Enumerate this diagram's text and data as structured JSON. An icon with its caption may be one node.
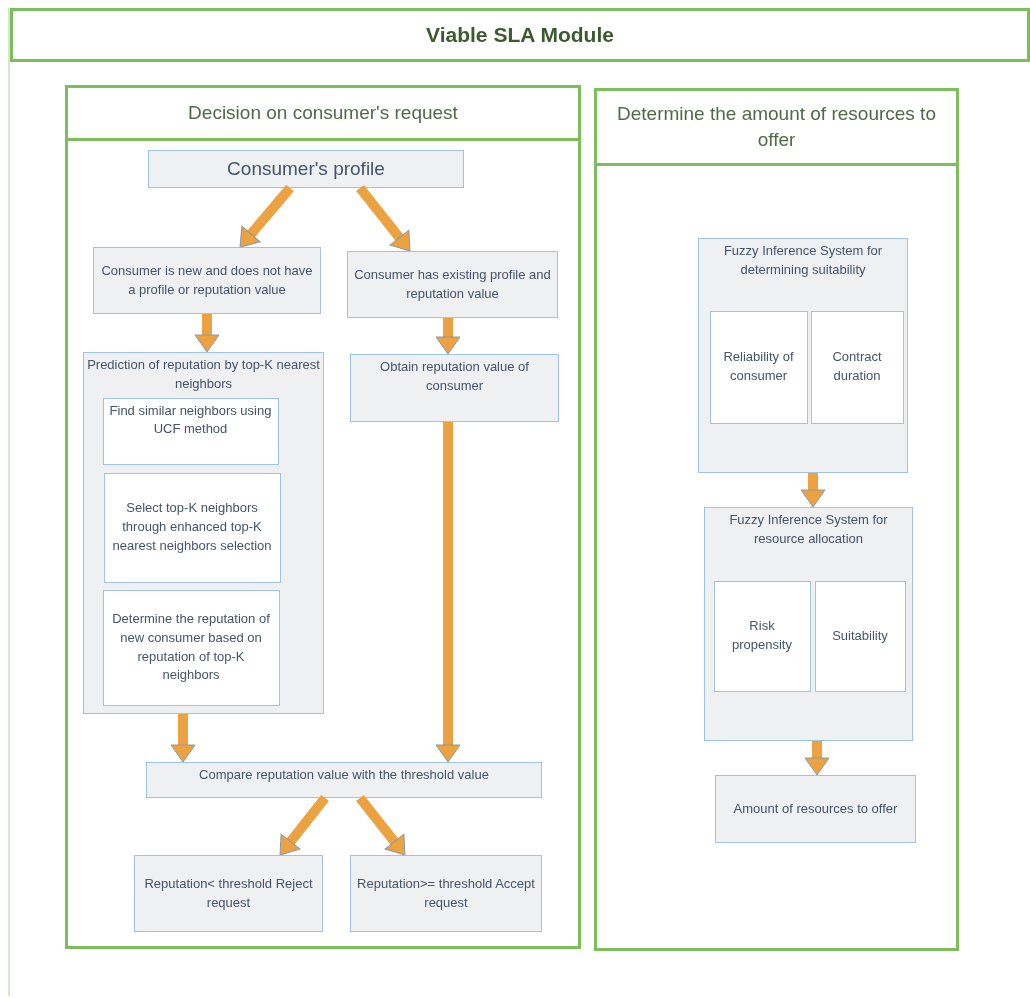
{
  "diagram": {
    "title": "Viable SLA Module",
    "nodes": [
      {
        "text": [
          "Decision on consumer's request"
        ]
      },
      {
        "text": [
          "Consumer's profile"
        ],
        "in": 0
      },
      {
        "text": [
          "Consumer is new and does not have a profile or reputation value"
        ],
        "in": 0
      },
      {
        "text": [
          "Consumer has existing profile and reputation value"
        ],
        "in": 0
      },
      {
        "text": [
          "Prediction of reputation by top-K nearest neighbors"
        ],
        "in": 0
      },
      {
        "text": [
          "Find similar neighbors using UCF method"
        ],
        "in": 4
      },
      {
        "text": [
          "Select top-K neighbors through enhanced top-K nearest neighbors selection"
        ],
        "in": 4
      },
      {
        "text": [
          "Determine the reputation of new consumer based on reputation of top-K neighbors"
        ],
        "in": 4
      },
      {
        "text": [
          "Obtain reputation value of consumer"
        ],
        "in": 0
      },
      {
        "text": [
          "Compare reputation value with the threshold value"
        ],
        "in": 0
      },
      {
        "text": [
          "Reputation< threshold Reject request"
        ],
        "in": 0
      },
      {
        "text": [
          "Reputation>= threshold Accept request"
        ],
        "in": 0
      },
      {
        "text": [
          "Determine the amount of resources to offer"
        ]
      },
      {
        "text": [
          "Fuzzy Inference System for determining suitability"
        ],
        "in": 12
      },
      {
        "text": [
          "Reliability of consumer"
        ],
        "in": 13
      },
      {
        "text": [
          "Contract duration"
        ],
        "in": 13
      },
      {
        "text": [
          "Fuzzy Inference System for resource allocation"
        ],
        "in": 12
      },
      {
        "text": [
          "Risk propensity"
        ],
        "in": 16
      },
      {
        "text": [
          "Suitability"
        ],
        "in": 16
      },
      {
        "text": [
          "Amount of resources to offer"
        ],
        "in": 12
      }
    ],
    "edges": [
      {
        "from": 1,
        "to": 2,
        "arrow": "to"
      },
      {
        "from": 1,
        "to": 3,
        "arrow": "to"
      },
      {
        "from": 2,
        "to": 4,
        "arrow": "to"
      },
      {
        "from": 3,
        "to": 8,
        "arrow": "to"
      },
      {
        "from": 4,
        "to": 9,
        "arrow": "to"
      },
      {
        "from": 8,
        "to": 9,
        "arrow": "to"
      },
      {
        "from": 9,
        "to": 10,
        "arrow": "to"
      },
      {
        "from": 9,
        "to": 11,
        "arrow": "to"
      },
      {
        "from": 13,
        "to": 16,
        "arrow": "to"
      },
      {
        "from": 16,
        "to": 19,
        "arrow": "to"
      }
    ]
  }
}
